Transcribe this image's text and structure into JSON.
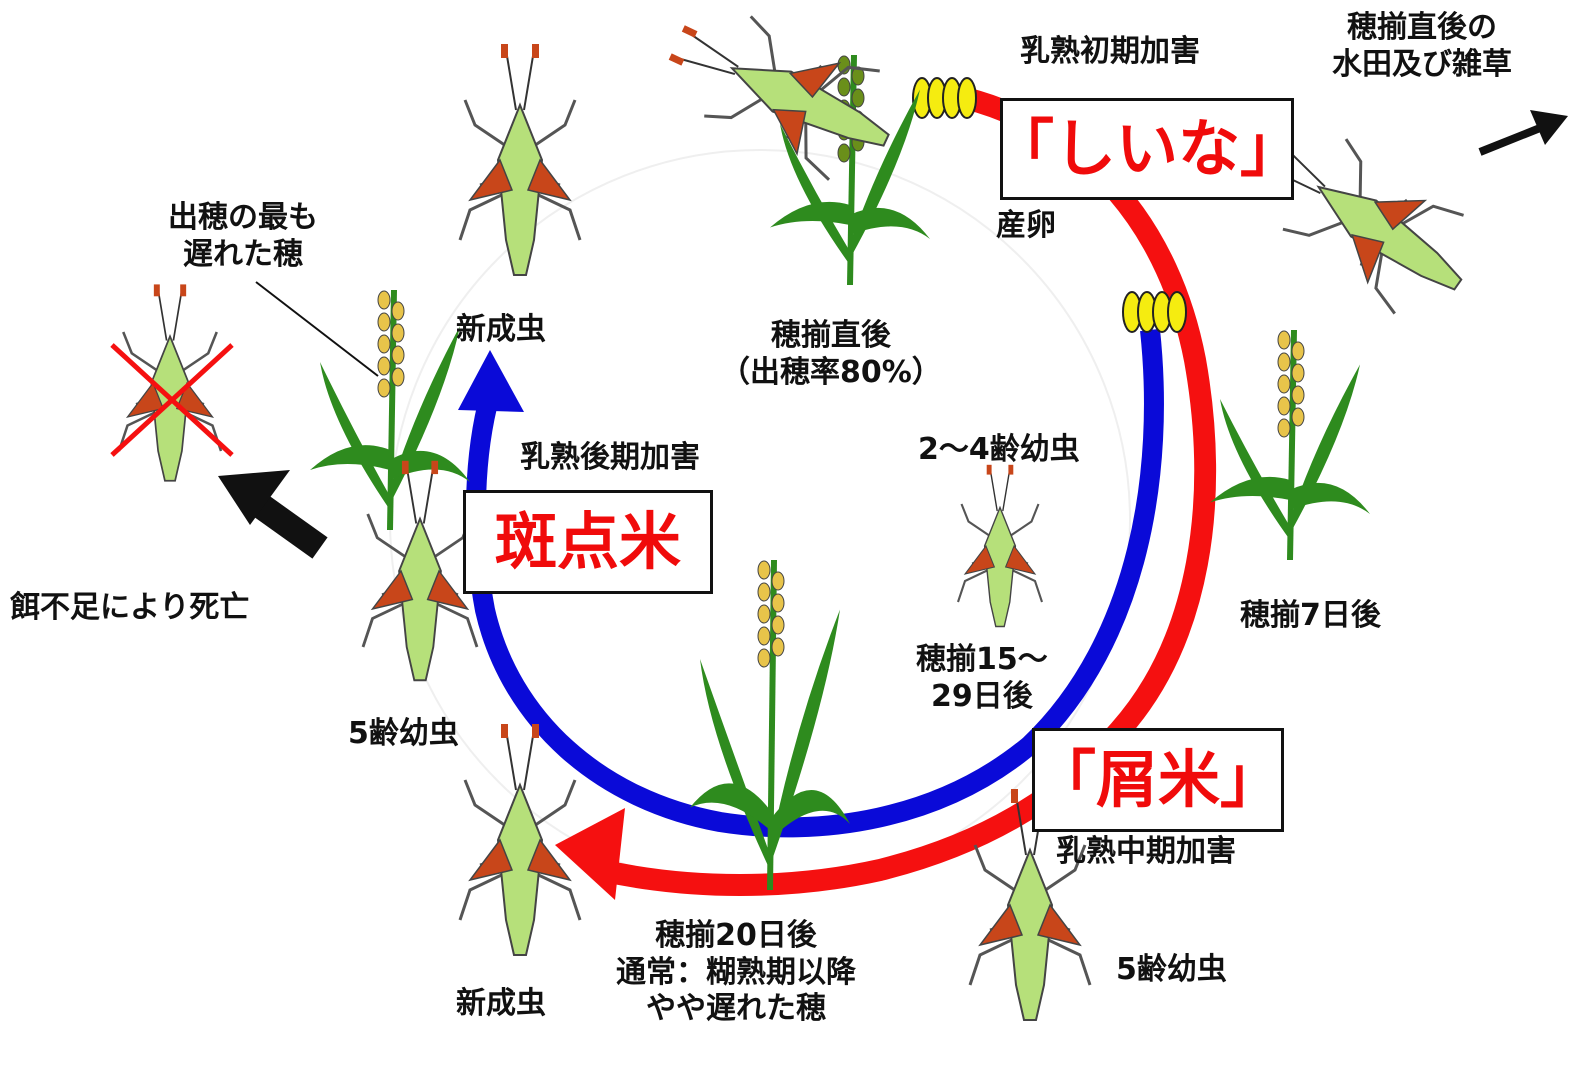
{
  "colors": {
    "red": "#f51010",
    "blue": "#0a0ad8",
    "black": "#111111",
    "leaf": "#2e8b1e",
    "insect_body": "#b6e07a",
    "insect_wing": "#c8461a",
    "egg": "#f5ec10",
    "grain": "#e8c44a"
  },
  "labels": {
    "early_damage": "乳熟初期加害",
    "paddy_weeds": [
      "穂揃直後の",
      "水田及び雑草"
    ],
    "spawning": "産卵",
    "heading_complete": [
      "穂揃直後",
      "（出穂率80%）"
    ],
    "new_adult_top": "新成虫",
    "latest_ear": [
      "出穂の最も",
      "遅れた穂"
    ],
    "late_damage": "乳熟後期加害",
    "instar_2_4": "2～4齢幼虫",
    "day7": "穂揃7日後",
    "day15_29": [
      "穂揃15～",
      "29日後"
    ],
    "starvation": "餌不足により死亡",
    "instar5_left": "5齢幼虫",
    "mid_damage": "乳熟中期加害",
    "day20": [
      "穂揃20日後",
      "通常：糊熟期以降",
      "やや遅れた穂"
    ],
    "new_adult_bottom": "新成虫",
    "instar5_bottom": "5齢幼虫"
  },
  "boxes": {
    "shiina": "「しいな」",
    "hanten": "斑点米",
    "kuzumai": "「屑米」"
  },
  "icons": {
    "dead_mark": "red-x-icon",
    "arrow": "black-arrow-icon"
  }
}
